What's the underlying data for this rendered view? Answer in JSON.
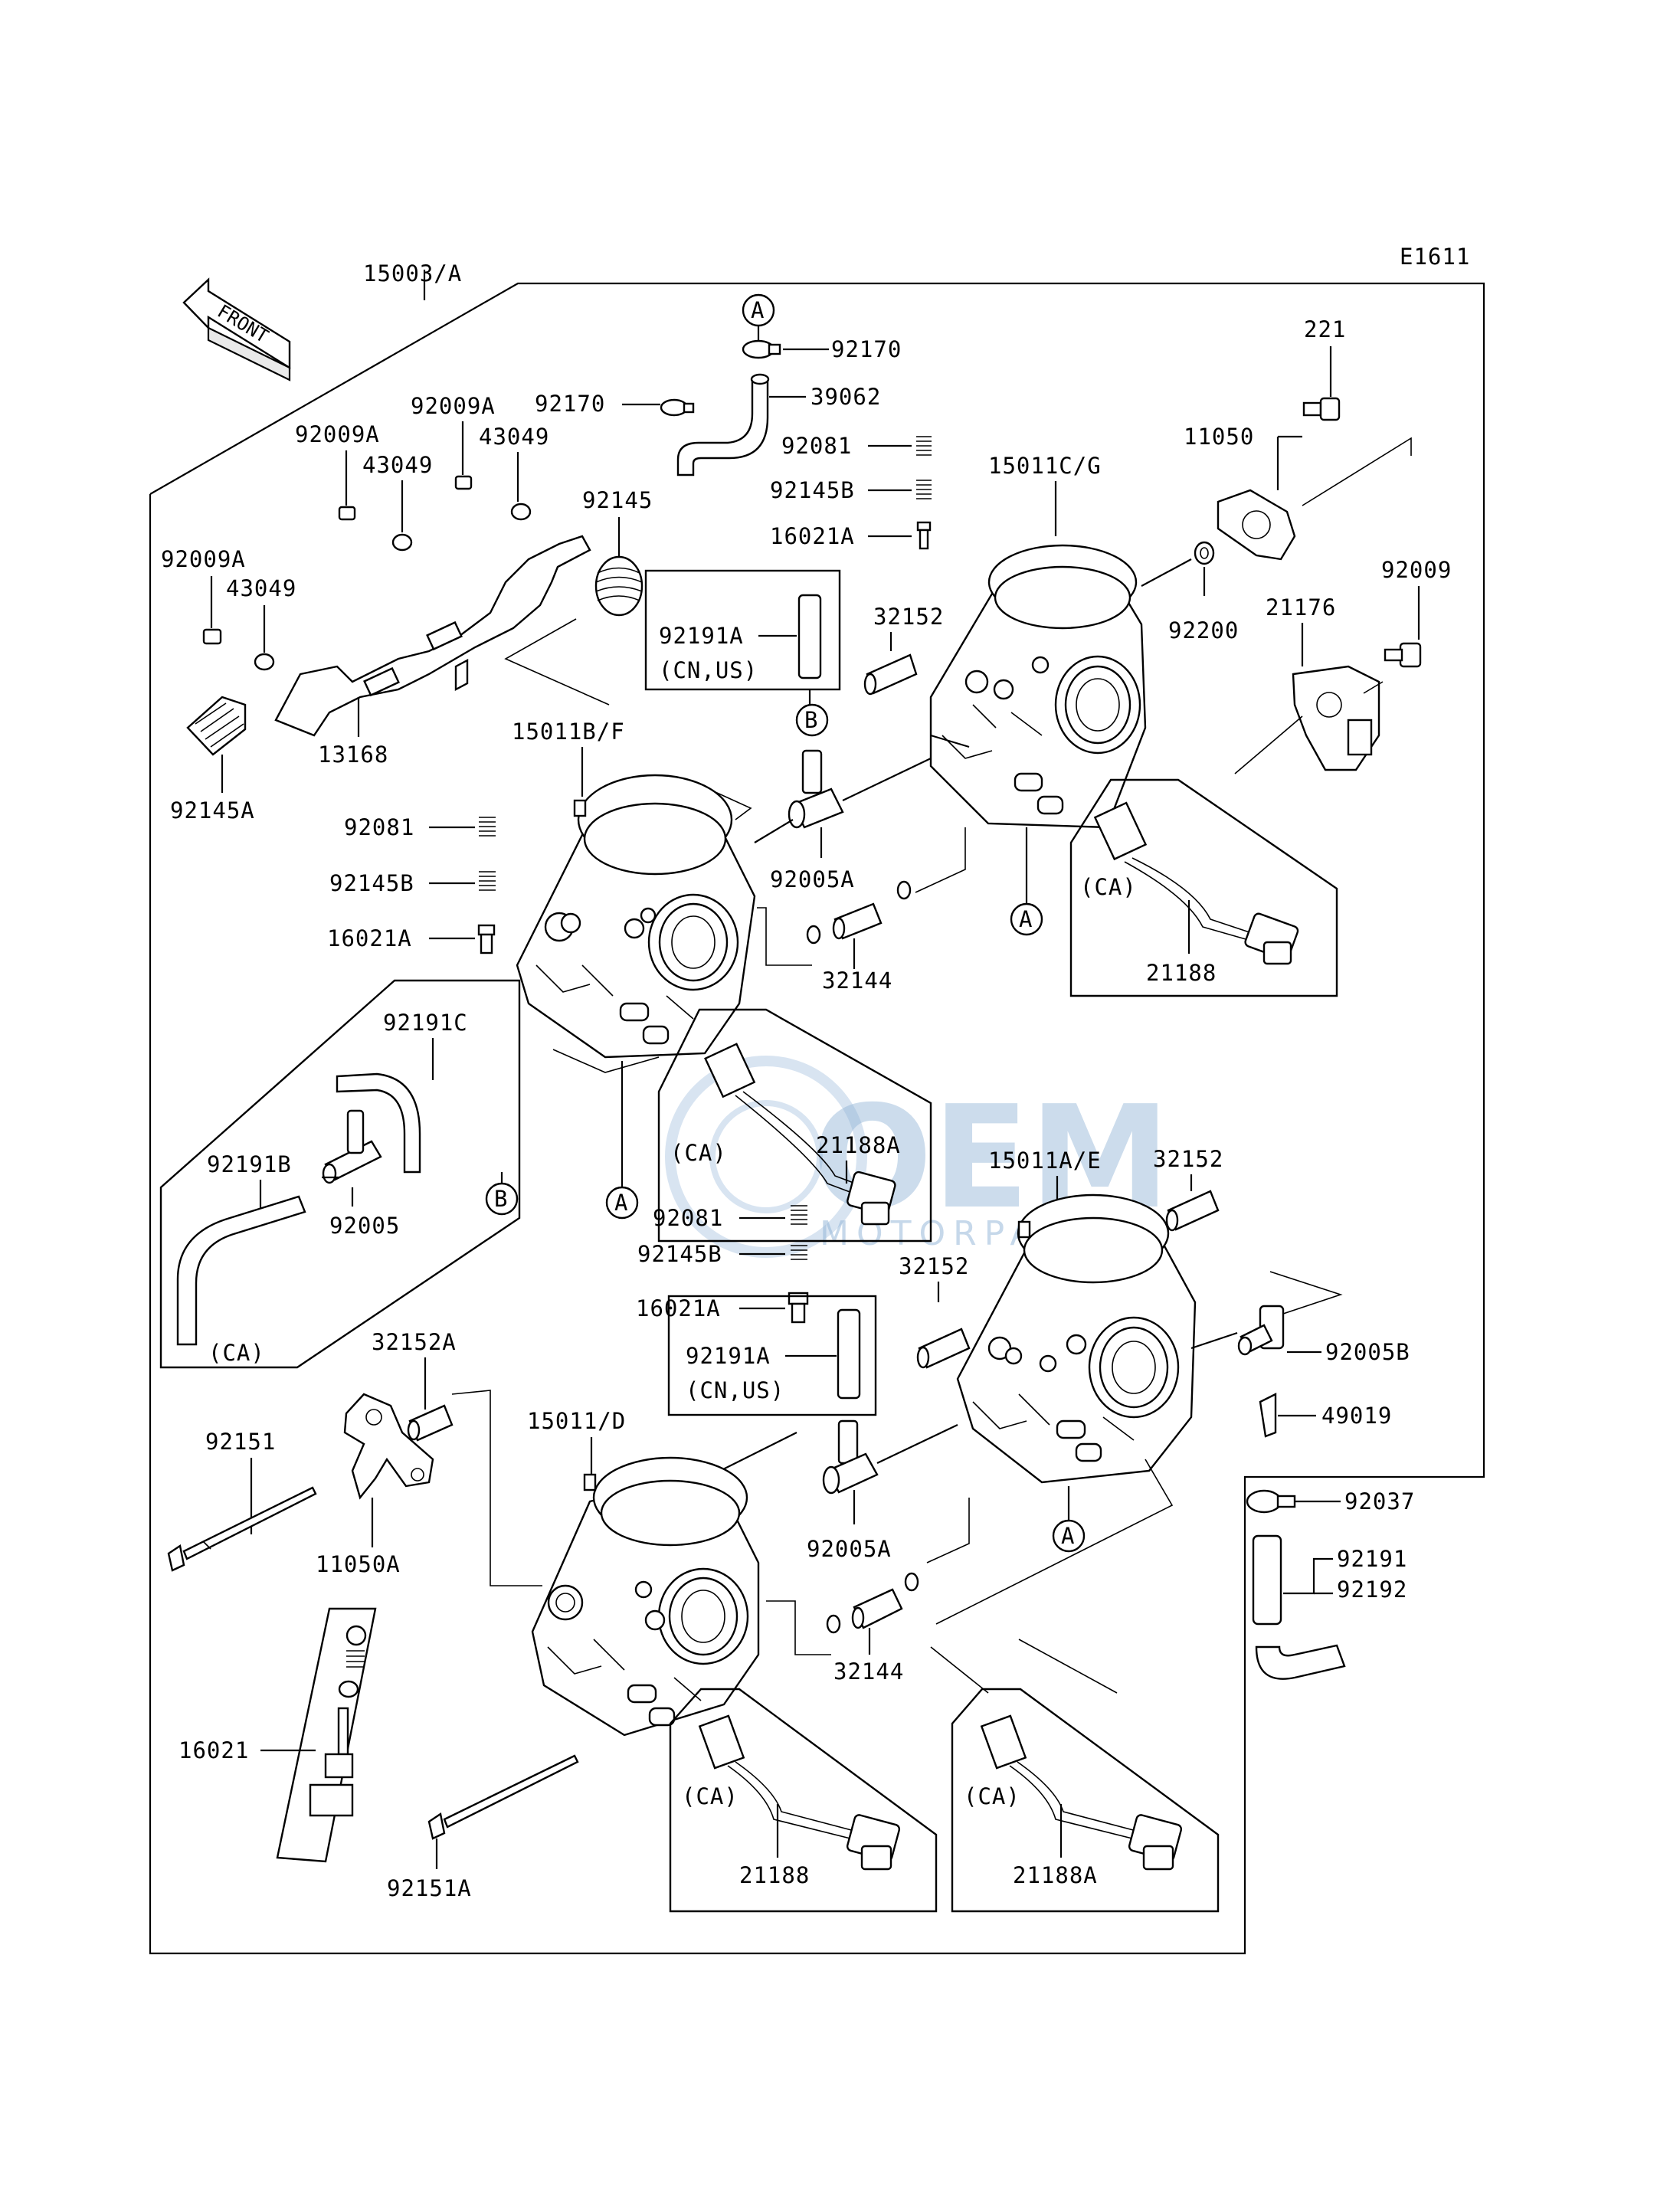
{
  "diagram_code": "E1611",
  "front_label": "FRONT",
  "circle_refs": {
    "a": "A",
    "b": "B"
  },
  "watermark": {
    "main": "OEM",
    "sub": "MOTORPARTS"
  },
  "labels": {
    "p15003A": "15003/A",
    "p221": "221",
    "p11050": "11050",
    "p92009": "92009",
    "p92200": "92200",
    "p21176": "21176",
    "p92170_top": "92170",
    "p92170": "92170",
    "p39062": "39062",
    "p92081_r": "92081",
    "p92145B_r": "92145B",
    "p16021A_r": "16021A",
    "p15011CG": "15011C/G",
    "p32152_r": "32152",
    "p92191A_top": "92191A",
    "p92009A_1": "92009A",
    "p92009A_2": "92009A",
    "p43049_1": "43049",
    "p43049_2": "43049",
    "p92145": "92145",
    "p92009A_3": "92009A",
    "p43049_3": "43049",
    "p13168": "13168",
    "p92145A": "92145A",
    "p15011BF": "15011B/F",
    "p92081_l": "92081",
    "p92145B_l": "92145B",
    "p16021A_l": "16021A",
    "p92005A_top": "92005A",
    "p32144_top": "32144",
    "p21188_top": "21188",
    "p92191C": "92191C",
    "p92191B": "92191B",
    "p92005": "92005",
    "p21188A_mid": "21188A",
    "p15011AE": "15011A/E",
    "p32152_m": "32152",
    "p92081_m": "92081",
    "p92145B_m": "92145B",
    "p16021A_m": "16021A",
    "p32152_m2": "32152",
    "p92191A_bot": "92191A",
    "p92005B": "92005B",
    "p49019": "49019",
    "p92037": "92037",
    "p92191": "92191",
    "p92192": "92192",
    "p32152A": "32152A",
    "p15011D": "15011/D",
    "p92151": "92151",
    "p11050A": "11050A",
    "p92005A_bot": "92005A",
    "p32144_bot": "32144",
    "p16021": "16021",
    "p92151A": "92151A",
    "p21188_bot": "21188",
    "p21188A_bot": "21188A"
  },
  "region_notes": {
    "cn_us_1": "(CN,US)",
    "cn_us_2": "(CN,US)",
    "ca_1": "(CA)",
    "ca_2": "(CA)",
    "ca_3": "(CA)",
    "ca_4": "(CA)",
    "ca_5": "(CA)"
  }
}
